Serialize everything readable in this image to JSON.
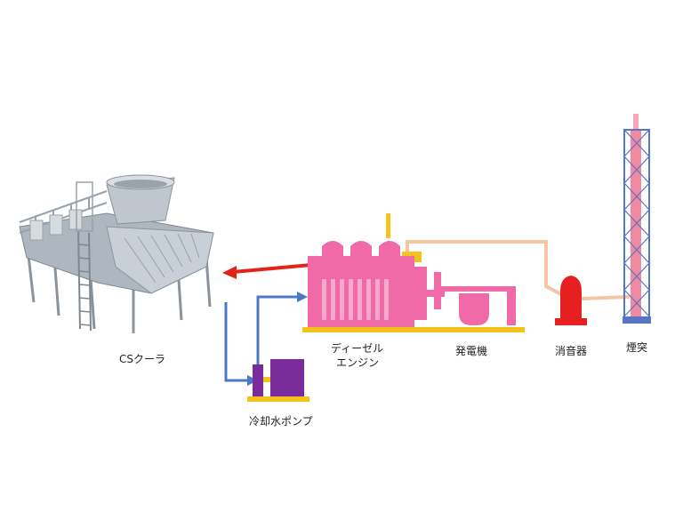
{
  "labels": {
    "cs_cooler": "CSクーラ",
    "diesel_engine_line1": "ディーゼル",
    "diesel_engine_line2": "エンジン",
    "generator": "発電機",
    "silencer": "消音器",
    "chimney": "煙突",
    "cooling_pump": "冷却水ポンプ"
  },
  "colors": {
    "engine": "#f06aa8",
    "engine_stripe": "#f7a8cc",
    "base_rail": "#f3c21b",
    "hot_water_arrow": "#e2231a",
    "cool_water_line": "#4a78c6",
    "exhaust_pipe": "#f6c6a4",
    "silencer": "#e62020",
    "pump_motor": "#7a2b9c",
    "chimney_frame": "#5a74c4",
    "chimney_core": "#f08aa0",
    "cooler_metal": "#b9c0c8"
  }
}
